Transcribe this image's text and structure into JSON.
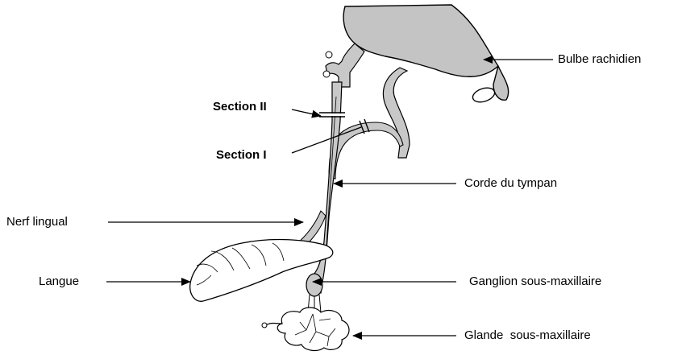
{
  "labels": {
    "bulbe": "Bulbe rachidien",
    "section_ii": "Section II",
    "section_i": "Section I",
    "corde": "Corde du tympan",
    "nerf_lingual": "Nerf lingual",
    "langue": "Langue",
    "ganglion": "Ganglion sous-maxillaire",
    "glande": "Glande  sous-maxillaire"
  },
  "colors": {
    "nerve_fill": "#c8c8c8",
    "bulbe_fill": "#c4c4c4",
    "outline": "#000000",
    "background": "#ffffff"
  }
}
